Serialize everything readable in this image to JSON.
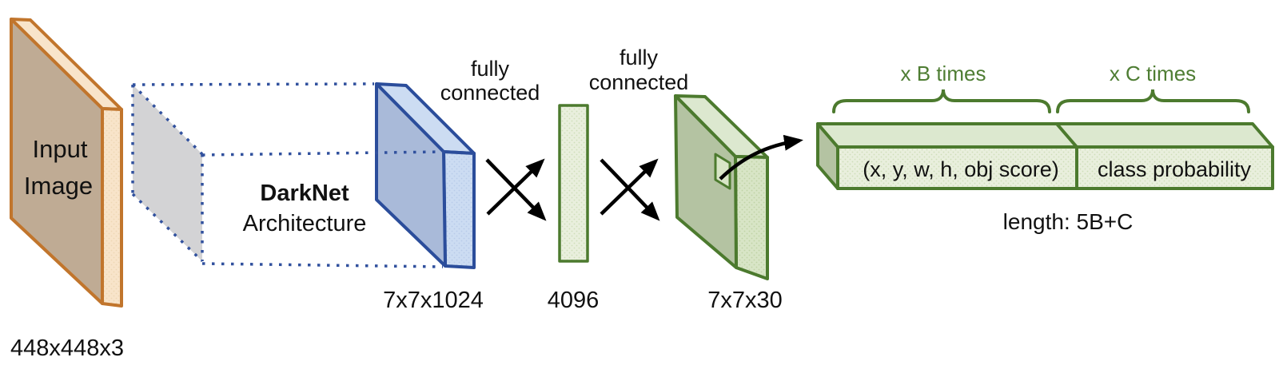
{
  "title": "YOLO detection network architecture diagram",
  "colors": {
    "input_face": "#bfab94",
    "input_side": "#f8e4ca",
    "input_edge": "#c1752c",
    "dotted_line": "#31519e",
    "conv_face": "#a9bad9",
    "conv_side": "#ccdcf2",
    "conv_edge": "#2b4d9b",
    "green_face": "#b4c3a2",
    "green_side": "#d8e5c6",
    "green_top": "#dce8cf",
    "green_front_light": "#e9efdd",
    "green_edge": "#4c7a2e",
    "green_text": "#4e7d33",
    "text": "#111111",
    "gray_plane": "#d3d3d5"
  },
  "input": {
    "label_line1": "Input",
    "label_line2": "Image",
    "dims": "448x448x3"
  },
  "backbone": {
    "name": "DarkNet",
    "subtitle": "Architecture",
    "output_dims": "7x7x1024"
  },
  "fc1": {
    "label_line1": "fully",
    "label_line2": "connected",
    "units": "4096"
  },
  "fc2": {
    "label_line1": "fully",
    "label_line2": "connected",
    "output_dims": "7x7x30"
  },
  "output_vector": {
    "bbox_segment": "(x, y, w, h, obj score)",
    "class_segment": "class probability",
    "b_brace_label": "x B times",
    "c_brace_label": "x C times",
    "length_note": "length: 5B+C"
  }
}
